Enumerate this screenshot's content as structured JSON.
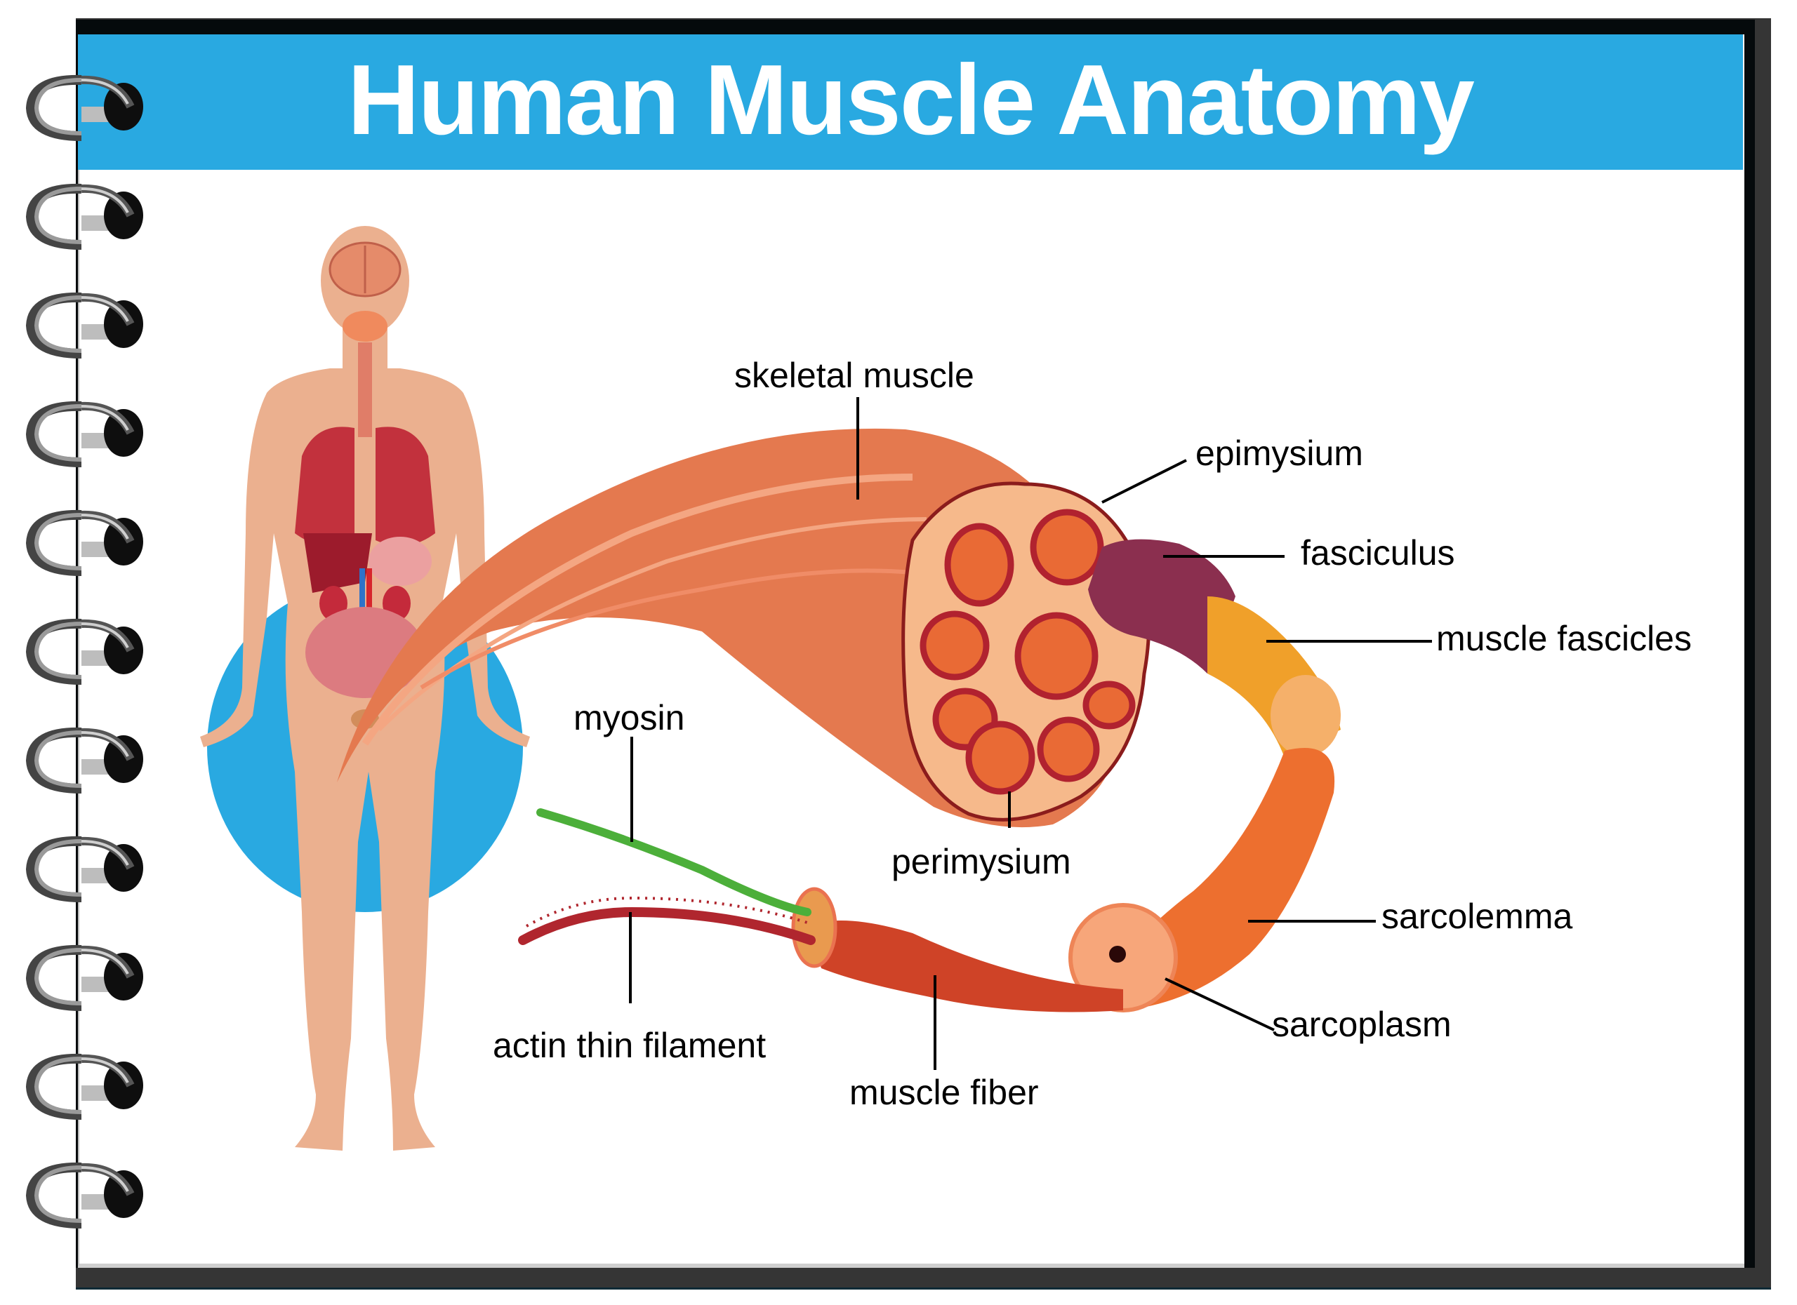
{
  "title": "Human Muscle Anatomy",
  "colors": {
    "header": "#29a9e1",
    "background_circle": "#29a9e1",
    "skin": "#ebb08f",
    "muscle": "#e4794f",
    "fasciculus": "#8b2f4f",
    "muscle_fascicles": "#f0a02a",
    "myosin": "#4caf3a",
    "actin": "#b0262e"
  },
  "labels": {
    "skeletal_muscle": "skeletal muscle",
    "epimysium": "epimysium",
    "fasciculus": "fasciculus",
    "muscle_fascicles": "muscle fascicles",
    "myosin": "myosin",
    "perimysium": "perimysium",
    "sarcolemma": "sarcolemma",
    "actin_thin_filament": "actin thin filament",
    "sarcoplasm": "sarcoplasm",
    "muscle_fiber": "muscle fiber"
  },
  "rings": {
    "count": 11
  }
}
